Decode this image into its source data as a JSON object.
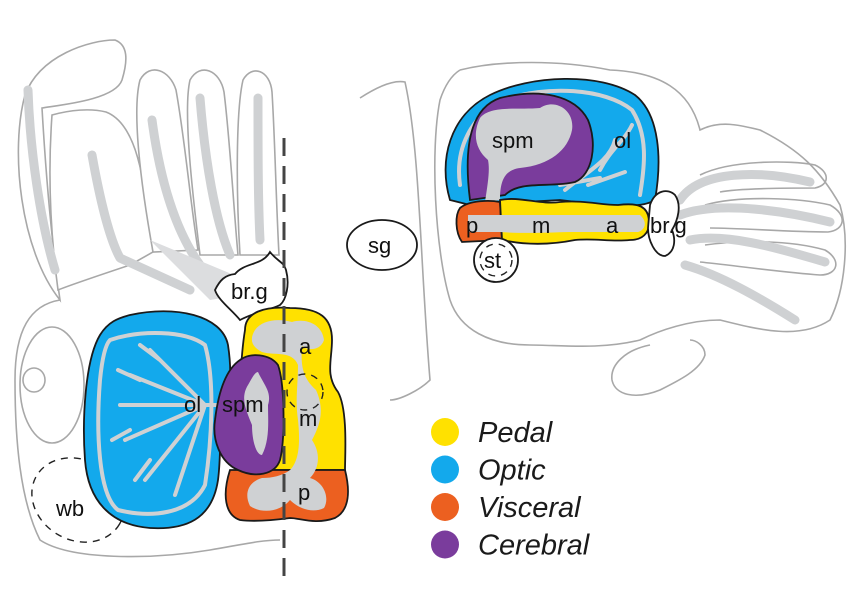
{
  "colors": {
    "pedal": "#ffe100",
    "optic": "#13a9ec",
    "visceral": "#ec6020",
    "cerebral": "#7a3c9c",
    "neuropil": "#cfd1d3",
    "outline": "#a8a8a8"
  },
  "legend": [
    {
      "label": "Pedal",
      "color": "#ffe100"
    },
    {
      "label": "Optic",
      "color": "#13a9ec"
    },
    {
      "label": "Visceral",
      "color": "#ec6020"
    },
    {
      "label": "Cerebral",
      "color": "#7a3c9c"
    }
  ],
  "left_view": {
    "labels": {
      "branchial_ganglion": "br.g",
      "optic_lobe": "ol",
      "supra_peduncular": "spm",
      "anterior": "a",
      "middle": "m",
      "posterior": "p",
      "white_body": "wb"
    }
  },
  "right_view": {
    "labels": {
      "stellate_ganglion": "sg",
      "supra_peduncular": "spm",
      "optic_lobe": "ol",
      "posterior": "p",
      "middle": "m",
      "anterior": "a",
      "branchial_ganglion": "br.g",
      "statocyst": "st"
    }
  }
}
